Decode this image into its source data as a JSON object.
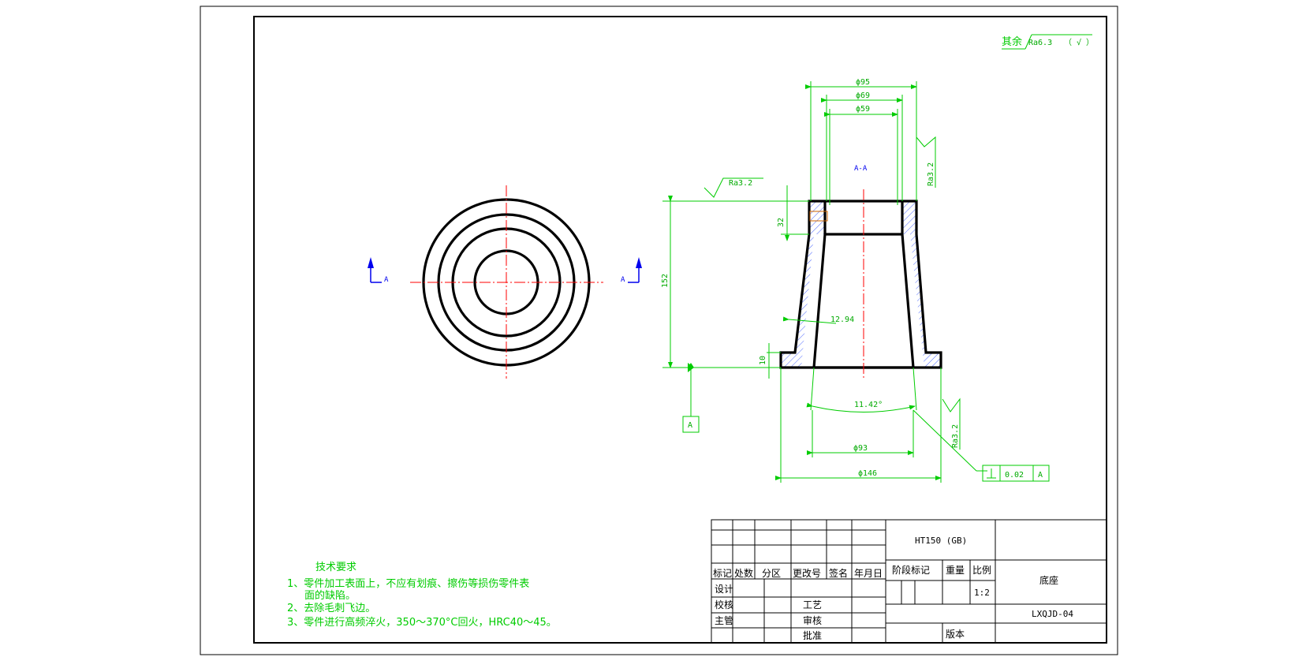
{
  "surface": {
    "text": "其余",
    "ra": "Ra6.3",
    "paren": "（ √ ）"
  },
  "section_label": "A-A",
  "section_markers": {
    "left": "A",
    "right": "A"
  },
  "dims": {
    "d95": "ϕ95",
    "d69": "ϕ69",
    "d59": "ϕ59",
    "d93": "ϕ93",
    "d146": "ϕ146",
    "h152": "152",
    "h32": "32",
    "h10": "10",
    "wall": "12.94",
    "angle": "11.42°"
  },
  "roughness": {
    "left_top": "Ra3.2",
    "right_top": "Ra3.2",
    "bottom_right": "Ra3.2"
  },
  "datum": "A",
  "tolerance": {
    "value": "0.02",
    "ref": "A"
  },
  "tech": {
    "title": "技术要求",
    "line1": "1、零件加工表面上，不应有划痕、擦伤等损伤零件表",
    "line1b": "面的缺陷。",
    "line2": "2、去除毛刺飞边。",
    "line3": "3、零件进行高频淬火，350～370°C回火，HRC40～45。"
  },
  "title_block": {
    "material": "HT150 (GB)",
    "part_name": "底座",
    "drawing_no": "LXQJD-04",
    "h_mark": "标记",
    "h_count": "处数",
    "h_zone": "分区",
    "h_change": "更改号",
    "h_sign": "签名",
    "h_date": "年月日",
    "r_design": "设计",
    "r_check": "校核",
    "r_manager": "主管",
    "r_process": "工艺",
    "r_review": "审核",
    "r_approve": "批准",
    "stage": "阶段标记",
    "weight": "重量",
    "scale_label": "比例",
    "scale": "1:2",
    "version": "版本"
  }
}
